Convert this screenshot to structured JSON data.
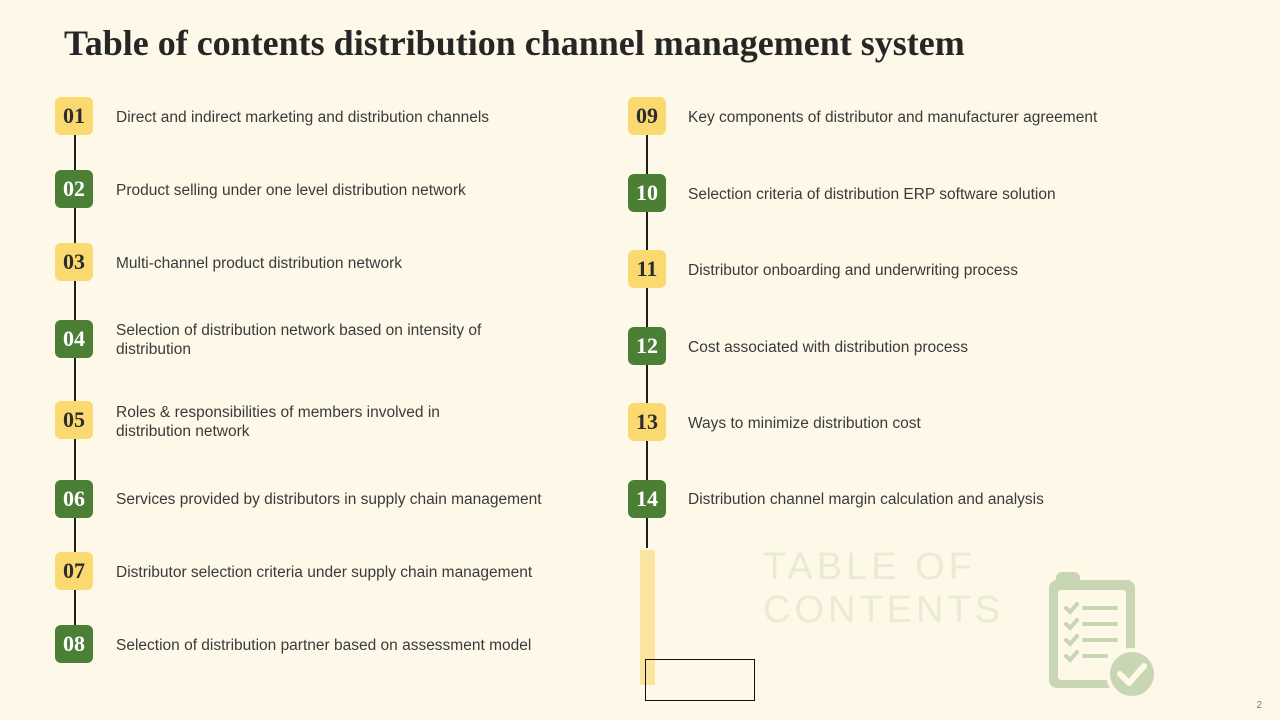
{
  "title": "Table of contents distribution channel management system",
  "items_left": [
    {
      "num": "01",
      "label": "Direct and indirect marketing and distribution channels",
      "color": "yellow"
    },
    {
      "num": "02",
      "label": "Product selling under one level distribution network",
      "color": "green"
    },
    {
      "num": "03",
      "label": "Multi-channel  product distribution network",
      "color": "yellow"
    },
    {
      "num": "04",
      "label": "Selection of distribution network based on intensity of distribution",
      "color": "green"
    },
    {
      "num": "05",
      "label": "Roles & responsibilities of members involved  in distribution network",
      "color": "yellow"
    },
    {
      "num": "06",
      "label": "Services provided by distributors in supply chain management",
      "color": "green"
    },
    {
      "num": "07",
      "label": "Distributor selection criteria under supply chain management",
      "color": "yellow"
    },
    {
      "num": "08",
      "label": "Selection of distribution partner based on assessment model",
      "color": "green"
    }
  ],
  "items_right": [
    {
      "num": "09",
      "label": "Key components of distributor and manufacturer agreement",
      "color": "yellow"
    },
    {
      "num": "10",
      "label": "Selection criteria of distribution ERP software solution",
      "color": "green"
    },
    {
      "num": "11",
      "label": "Distributor onboarding and underwriting process",
      "color": "yellow"
    },
    {
      "num": "12",
      "label": "Cost associated with distribution process",
      "color": "green"
    },
    {
      "num": "13",
      "label": "Ways to minimize distribution cost",
      "color": "yellow"
    },
    {
      "num": "14",
      "label": "Distribution channel margin calculation and analysis",
      "color": "green"
    }
  ],
  "watermark_line1": "TABLE OF",
  "watermark_line2": "CONTENTS",
  "page_number": "2",
  "colors": {
    "yellow": "#fbd971",
    "green": "#4c7f36",
    "background": "#fdf8e8"
  }
}
